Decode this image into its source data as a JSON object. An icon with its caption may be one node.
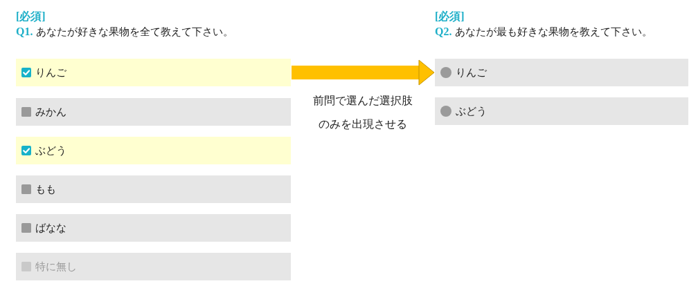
{
  "diagram": {
    "nodes": [
      {
        "text": [
          "りんご"
        ]
      },
      {
        "text": [
          "みかん"
        ]
      },
      {
        "text": [
          "ぶどう"
        ]
      },
      {
        "text": [
          "もも"
        ]
      },
      {
        "text": [
          "ばなな"
        ]
      },
      {
        "text": [
          "特に無し"
        ]
      },
      {
        "text": [
          "りんご"
        ]
      },
      {
        "text": [
          "ぶどう"
        ]
      }
    ],
    "edges": [
      {
        "from": 0,
        "to": 6,
        "arrow": "to",
        "label": "前問で選んだ選択肢のみを出現させる"
      }
    ],
    "labels": [
      "[必須]",
      "**Q1.** あなたが好きな果物を全て教えて下さい。",
      "[必須]",
      "**Q2.** あなたが最も好きな果物を教えて下さい。"
    ]
  }
}
